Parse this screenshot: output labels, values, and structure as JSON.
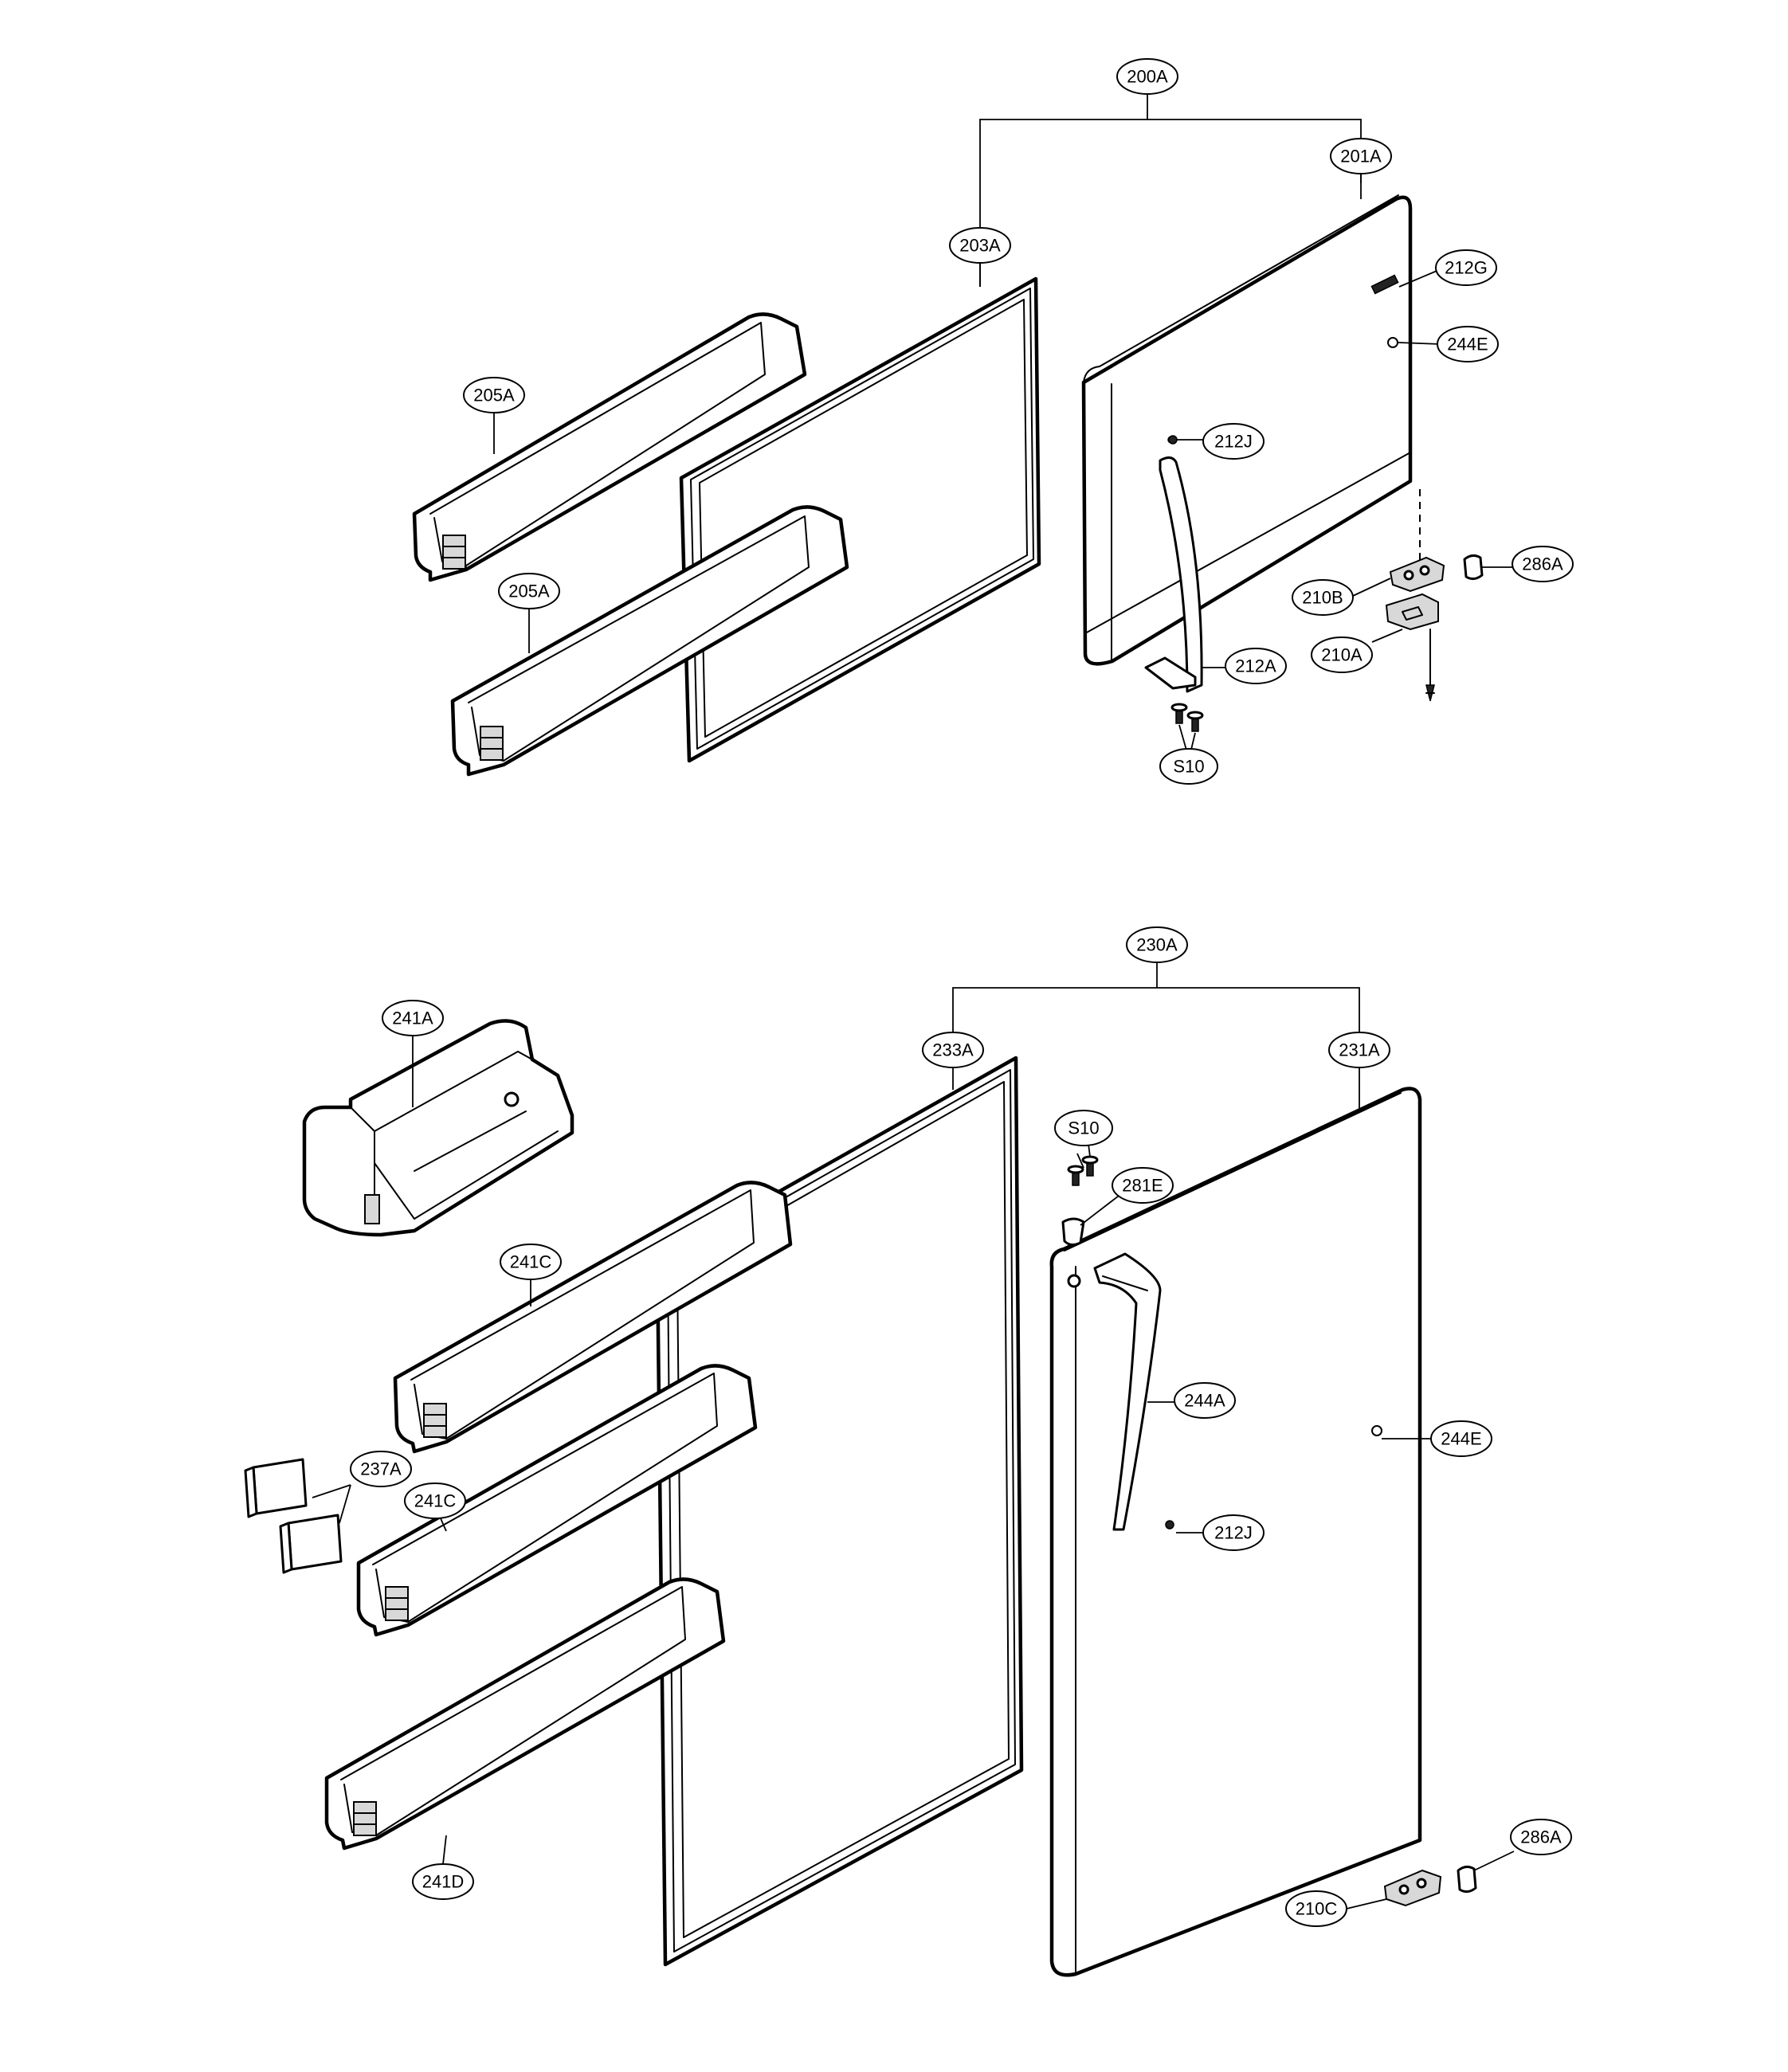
{
  "upper_door_assembly": {
    "assembly_label": "200A",
    "door_label": "201A",
    "gasket_label": "203A",
    "basket_top_label": "205A",
    "basket_bottom_label": "205A",
    "badge_label": "212G",
    "cap_top_label": "244E",
    "screw_label": "212J",
    "handle_label": "212A",
    "screws_label": "S10",
    "hinge_upper_label": "210B",
    "hinge_lower_label": "210A",
    "pin_label": "286A"
  },
  "lower_door_assembly": {
    "assembly_label": "230A",
    "door_label": "231A",
    "gasket_label": "233A",
    "dairy_basket_label": "241A",
    "basket_1_label": "241C",
    "basket_2_label": "241C",
    "basket_3_label": "241D",
    "divider_label": "237A",
    "screws_label": "S10",
    "pin_top_label": "281E",
    "handle_label": "244A",
    "cap_label": "244E",
    "screw_label": "212J",
    "hinge_label": "210C",
    "pin_label": "286A"
  }
}
